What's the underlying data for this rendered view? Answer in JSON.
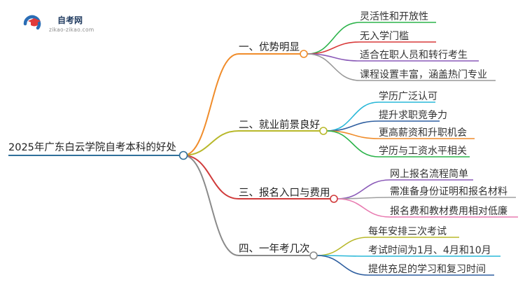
{
  "brand": {
    "name": "自考网",
    "url": "zikao-zikao.com",
    "colors": {
      "blue": "#2a6db5",
      "red": "#e03a3a",
      "text": "#1f3a5f"
    }
  },
  "root": {
    "label": "2025年广东白云学院自考本科的好处",
    "color": "#2f6f9a"
  },
  "branches": [
    {
      "label": "一、优势明显",
      "color": "#f08c2a",
      "children": [
        {
          "label": "灵活性和开放性",
          "color": "#2bb34a"
        },
        {
          "label": "无入学门槛",
          "color": "#d93a3a"
        },
        {
          "label": "适合在职人员和转行考生",
          "color": "#8a5ab8"
        },
        {
          "label": "课程设置丰富，涵盖热门专业",
          "color": "#999999"
        }
      ]
    },
    {
      "label": "二、就业前景良好",
      "color": "#b8b82a",
      "children": [
        {
          "label": "学历广泛认可",
          "color": "#2ab8d8"
        },
        {
          "label": "提升求职竞争力",
          "color": "#2f5fa0"
        },
        {
          "label": "更高薪资和升职机会",
          "color": "#f08c2a"
        },
        {
          "label": "学历与工资水平相关",
          "color": "#2bb34a"
        }
      ]
    },
    {
      "label": "三、报名入口与费用",
      "color": "#d03a3a",
      "children": [
        {
          "label": "网上报名流程简单",
          "color": "#8a5ab8"
        },
        {
          "label": "需准备身份证明和报名材料",
          "color": "#a0a0a0"
        },
        {
          "label": "报名费和教材费用相对低廉",
          "color": "#e87ab0"
        }
      ]
    },
    {
      "label": "四、一年考几次",
      "color": "#8a8a8a",
      "children": [
        {
          "label": "每年安排三次考试",
          "color": "#b8b82a"
        },
        {
          "label": "考试时间为1月、4月和10月",
          "color": "#2ab8d8"
        },
        {
          "label": "提供充足的学习和复习时间",
          "color": "#2f5fa0"
        }
      ]
    }
  ]
}
